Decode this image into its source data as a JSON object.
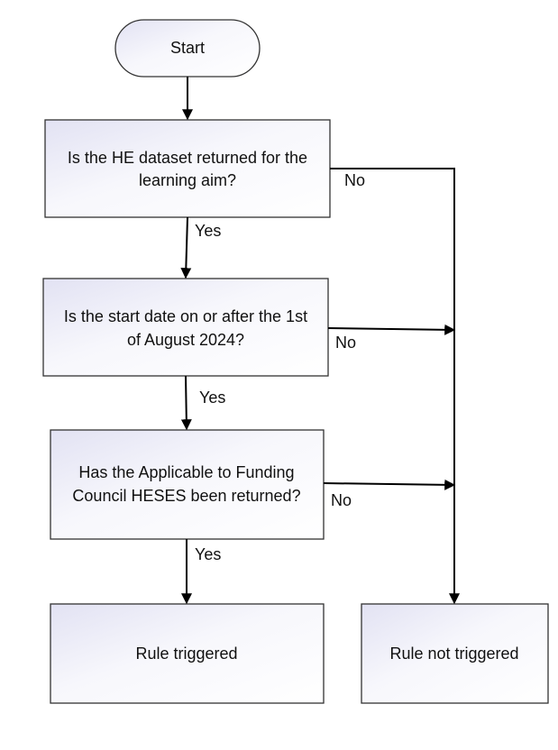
{
  "start": {
    "label": "Start"
  },
  "decisions": [
    {
      "lines": [
        "Is the HE dataset returned for the",
        "learning aim?"
      ],
      "yes_label": "Yes",
      "no_label": "No"
    },
    {
      "lines": [
        "Is the start date on or after the 1st",
        "of August 2024?"
      ],
      "yes_label": "Yes",
      "no_label": "No"
    },
    {
      "lines": [
        "Has the  Applicable to Funding",
        "Council HESES been returned?"
      ],
      "yes_label": "Yes",
      "no_label": "No"
    }
  ],
  "outcomes": {
    "triggered": "Rule triggered",
    "not_triggered": "Rule not triggered"
  },
  "colors": {
    "box_fill_light": "#ffffff",
    "box_fill_tint": "#e4e4f4",
    "border": "#333333",
    "arrow": "#000000"
  }
}
